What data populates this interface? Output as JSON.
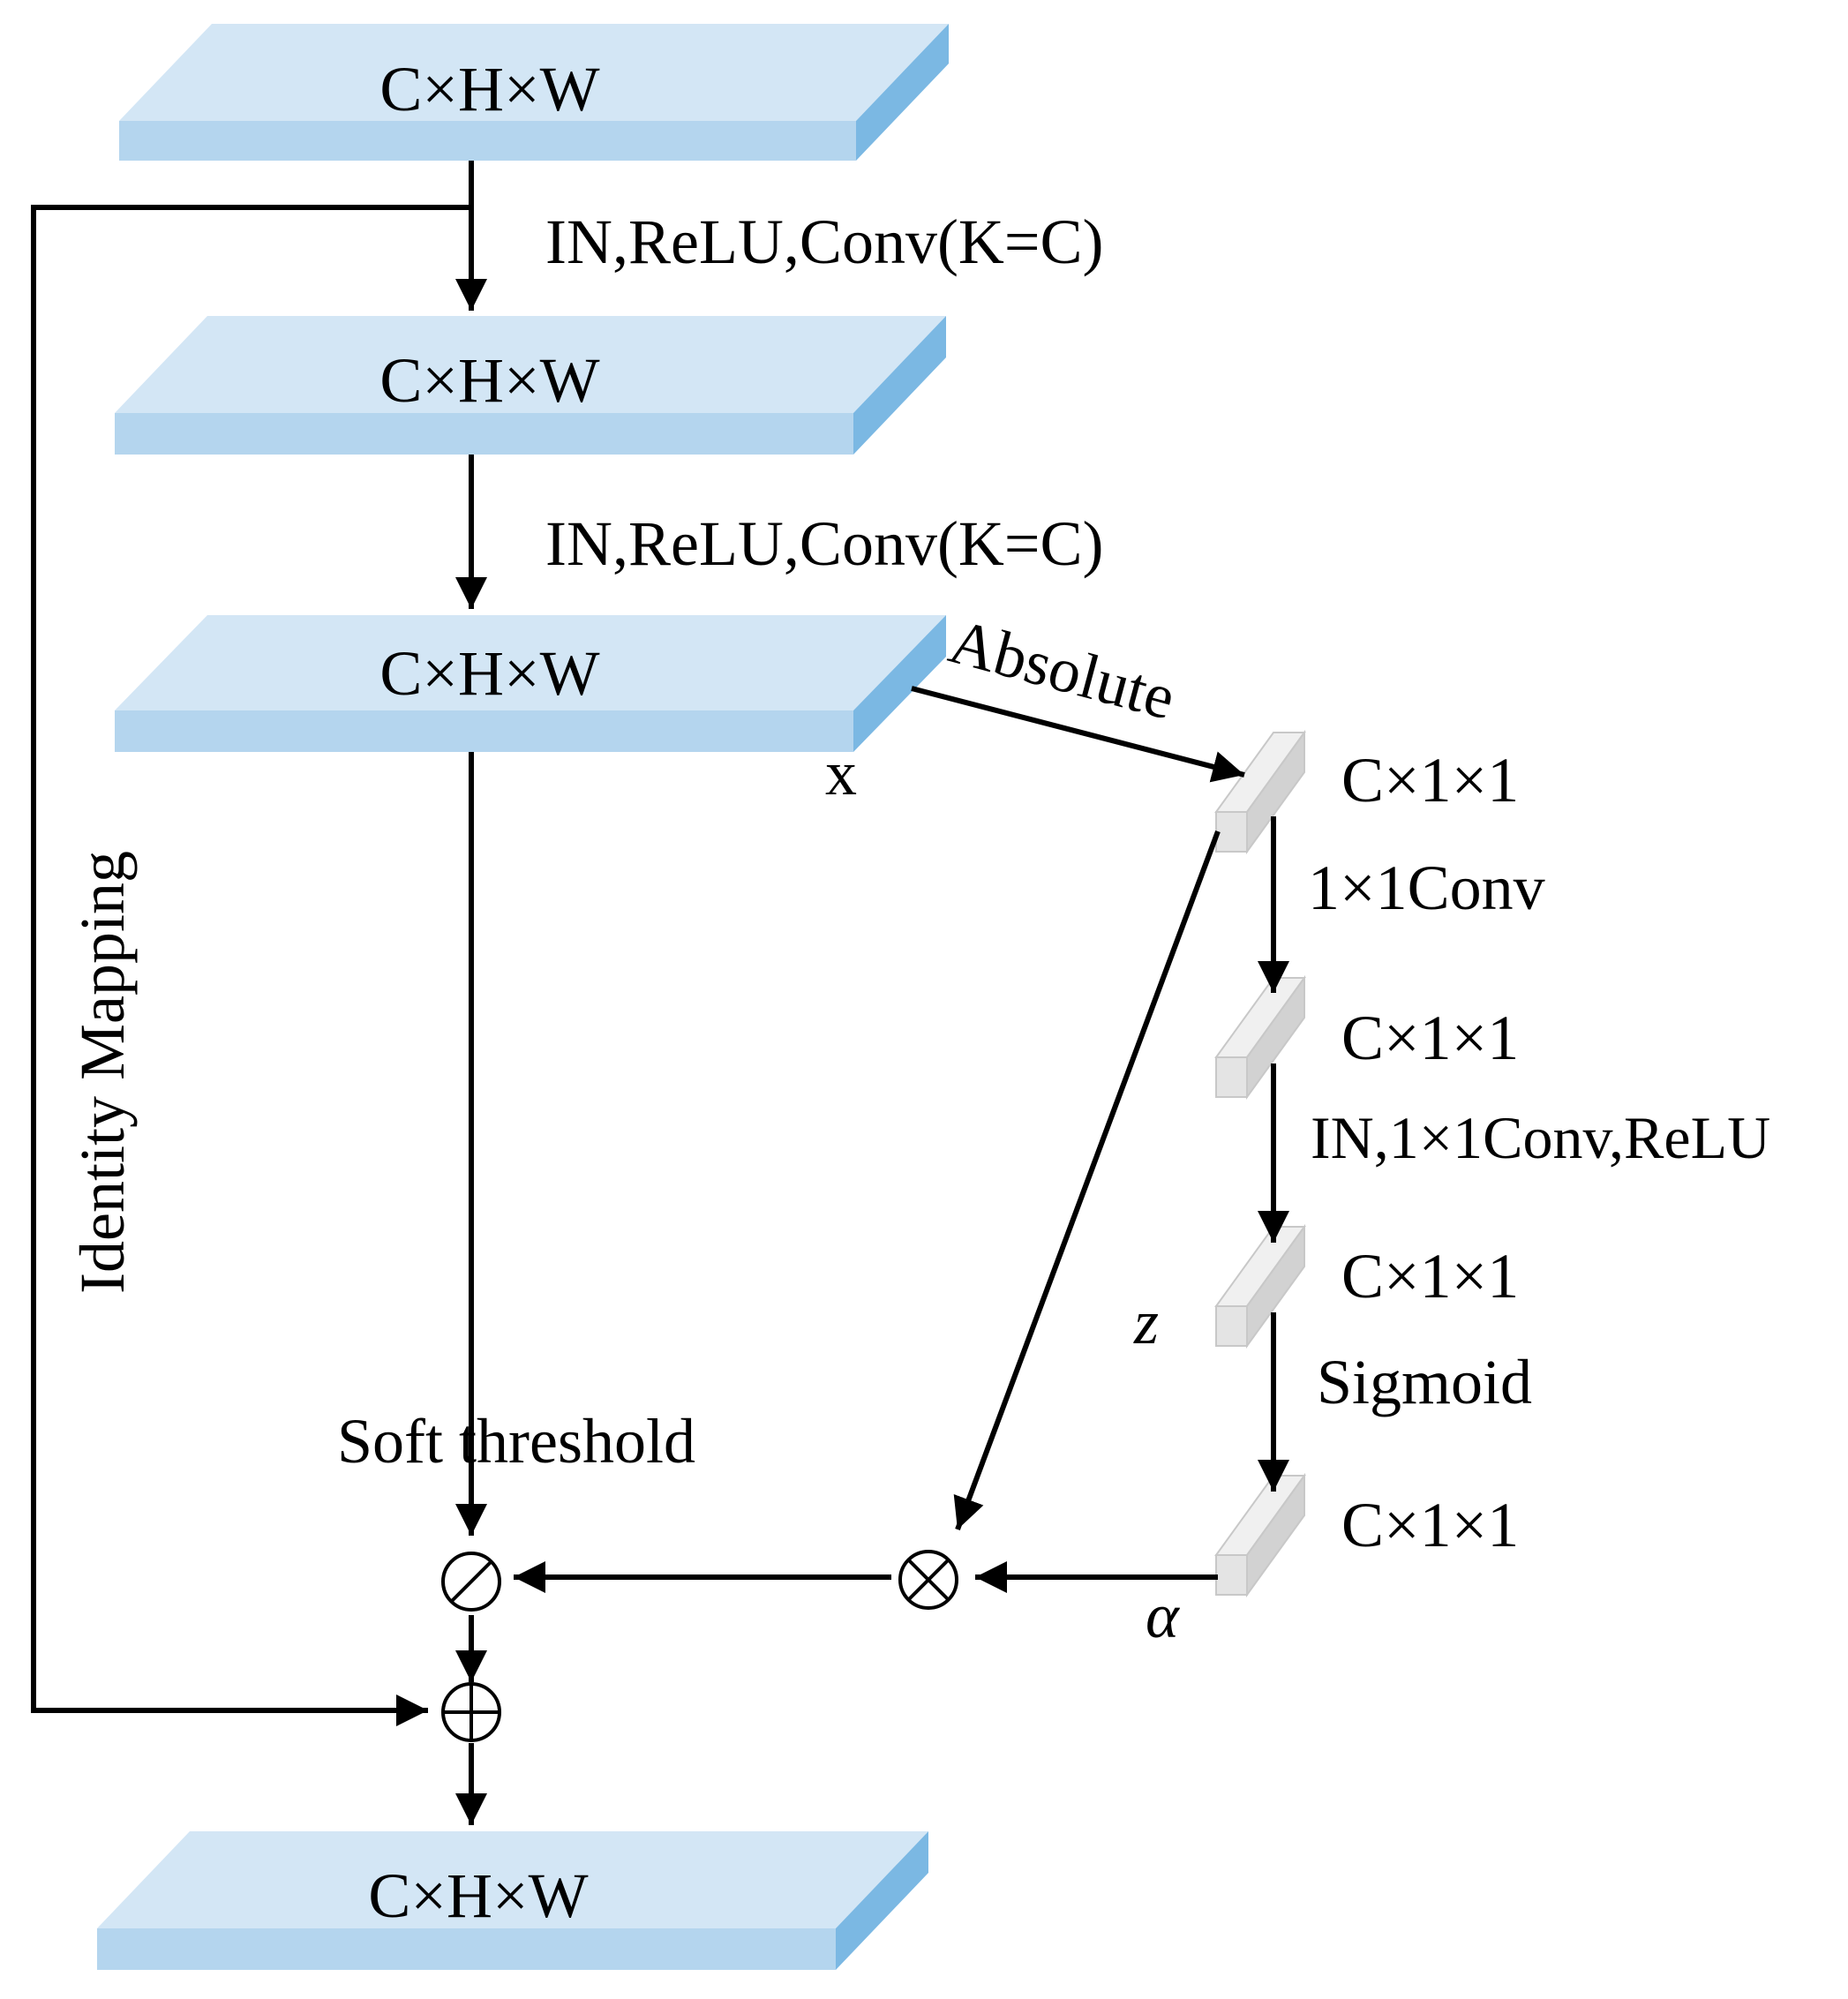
{
  "tensors": {
    "t1": "C×H×W",
    "t2": "C×H×W",
    "t3": "C×H×W",
    "t4": "C×H×W"
  },
  "ops": {
    "op1": "IN,ReLU,Conv(K=C)",
    "op2": "IN,ReLU,Conv(K=C)",
    "absolute": "Absolute",
    "conv1x1": "1×1Conv",
    "in_conv_relu": "IN,1×1Conv,ReLU",
    "sigmoid": "Sigmoid",
    "soft_threshold": "Soft threshold",
    "identity_mapping": "Identity Mapping"
  },
  "vectors": {
    "v1": "C×1×1",
    "v2": "C×1×1",
    "v3": "C×1×1",
    "v4": "C×1×1"
  },
  "symbols": {
    "x": "x",
    "z": "z",
    "alpha": "α",
    "divide": "⊘",
    "multiply": "⊗",
    "add": "⊕"
  },
  "colors": {
    "slab_top": "#d3e6f5",
    "slab_front": "#b4d5ee",
    "slab_side": "#7bb8e3",
    "cube_light": "#f0f0f0",
    "cube_mid": "#e4e4e4",
    "cube_dark": "#d2d2d2",
    "line": "#000000"
  }
}
